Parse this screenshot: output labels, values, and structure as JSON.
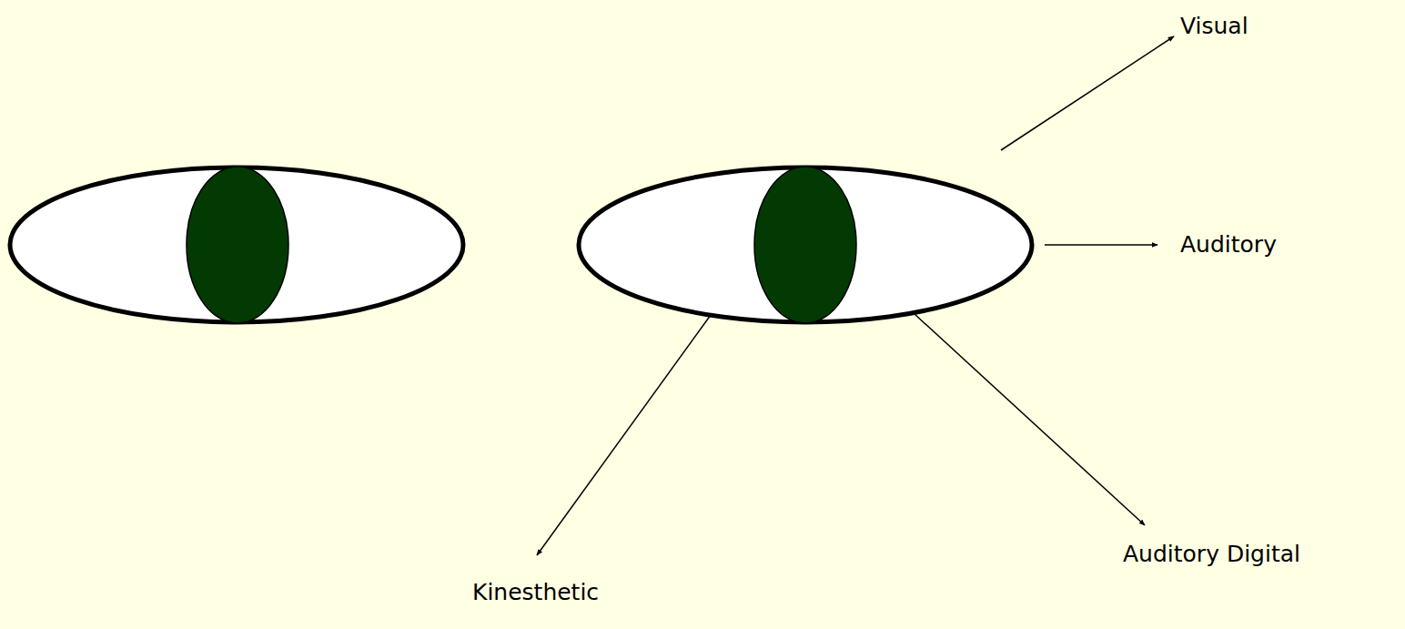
{
  "diagram": {
    "labels": [
      "Visual",
      "Auditory",
      "Auditory Digital",
      "Kinesthetic"
    ]
  }
}
